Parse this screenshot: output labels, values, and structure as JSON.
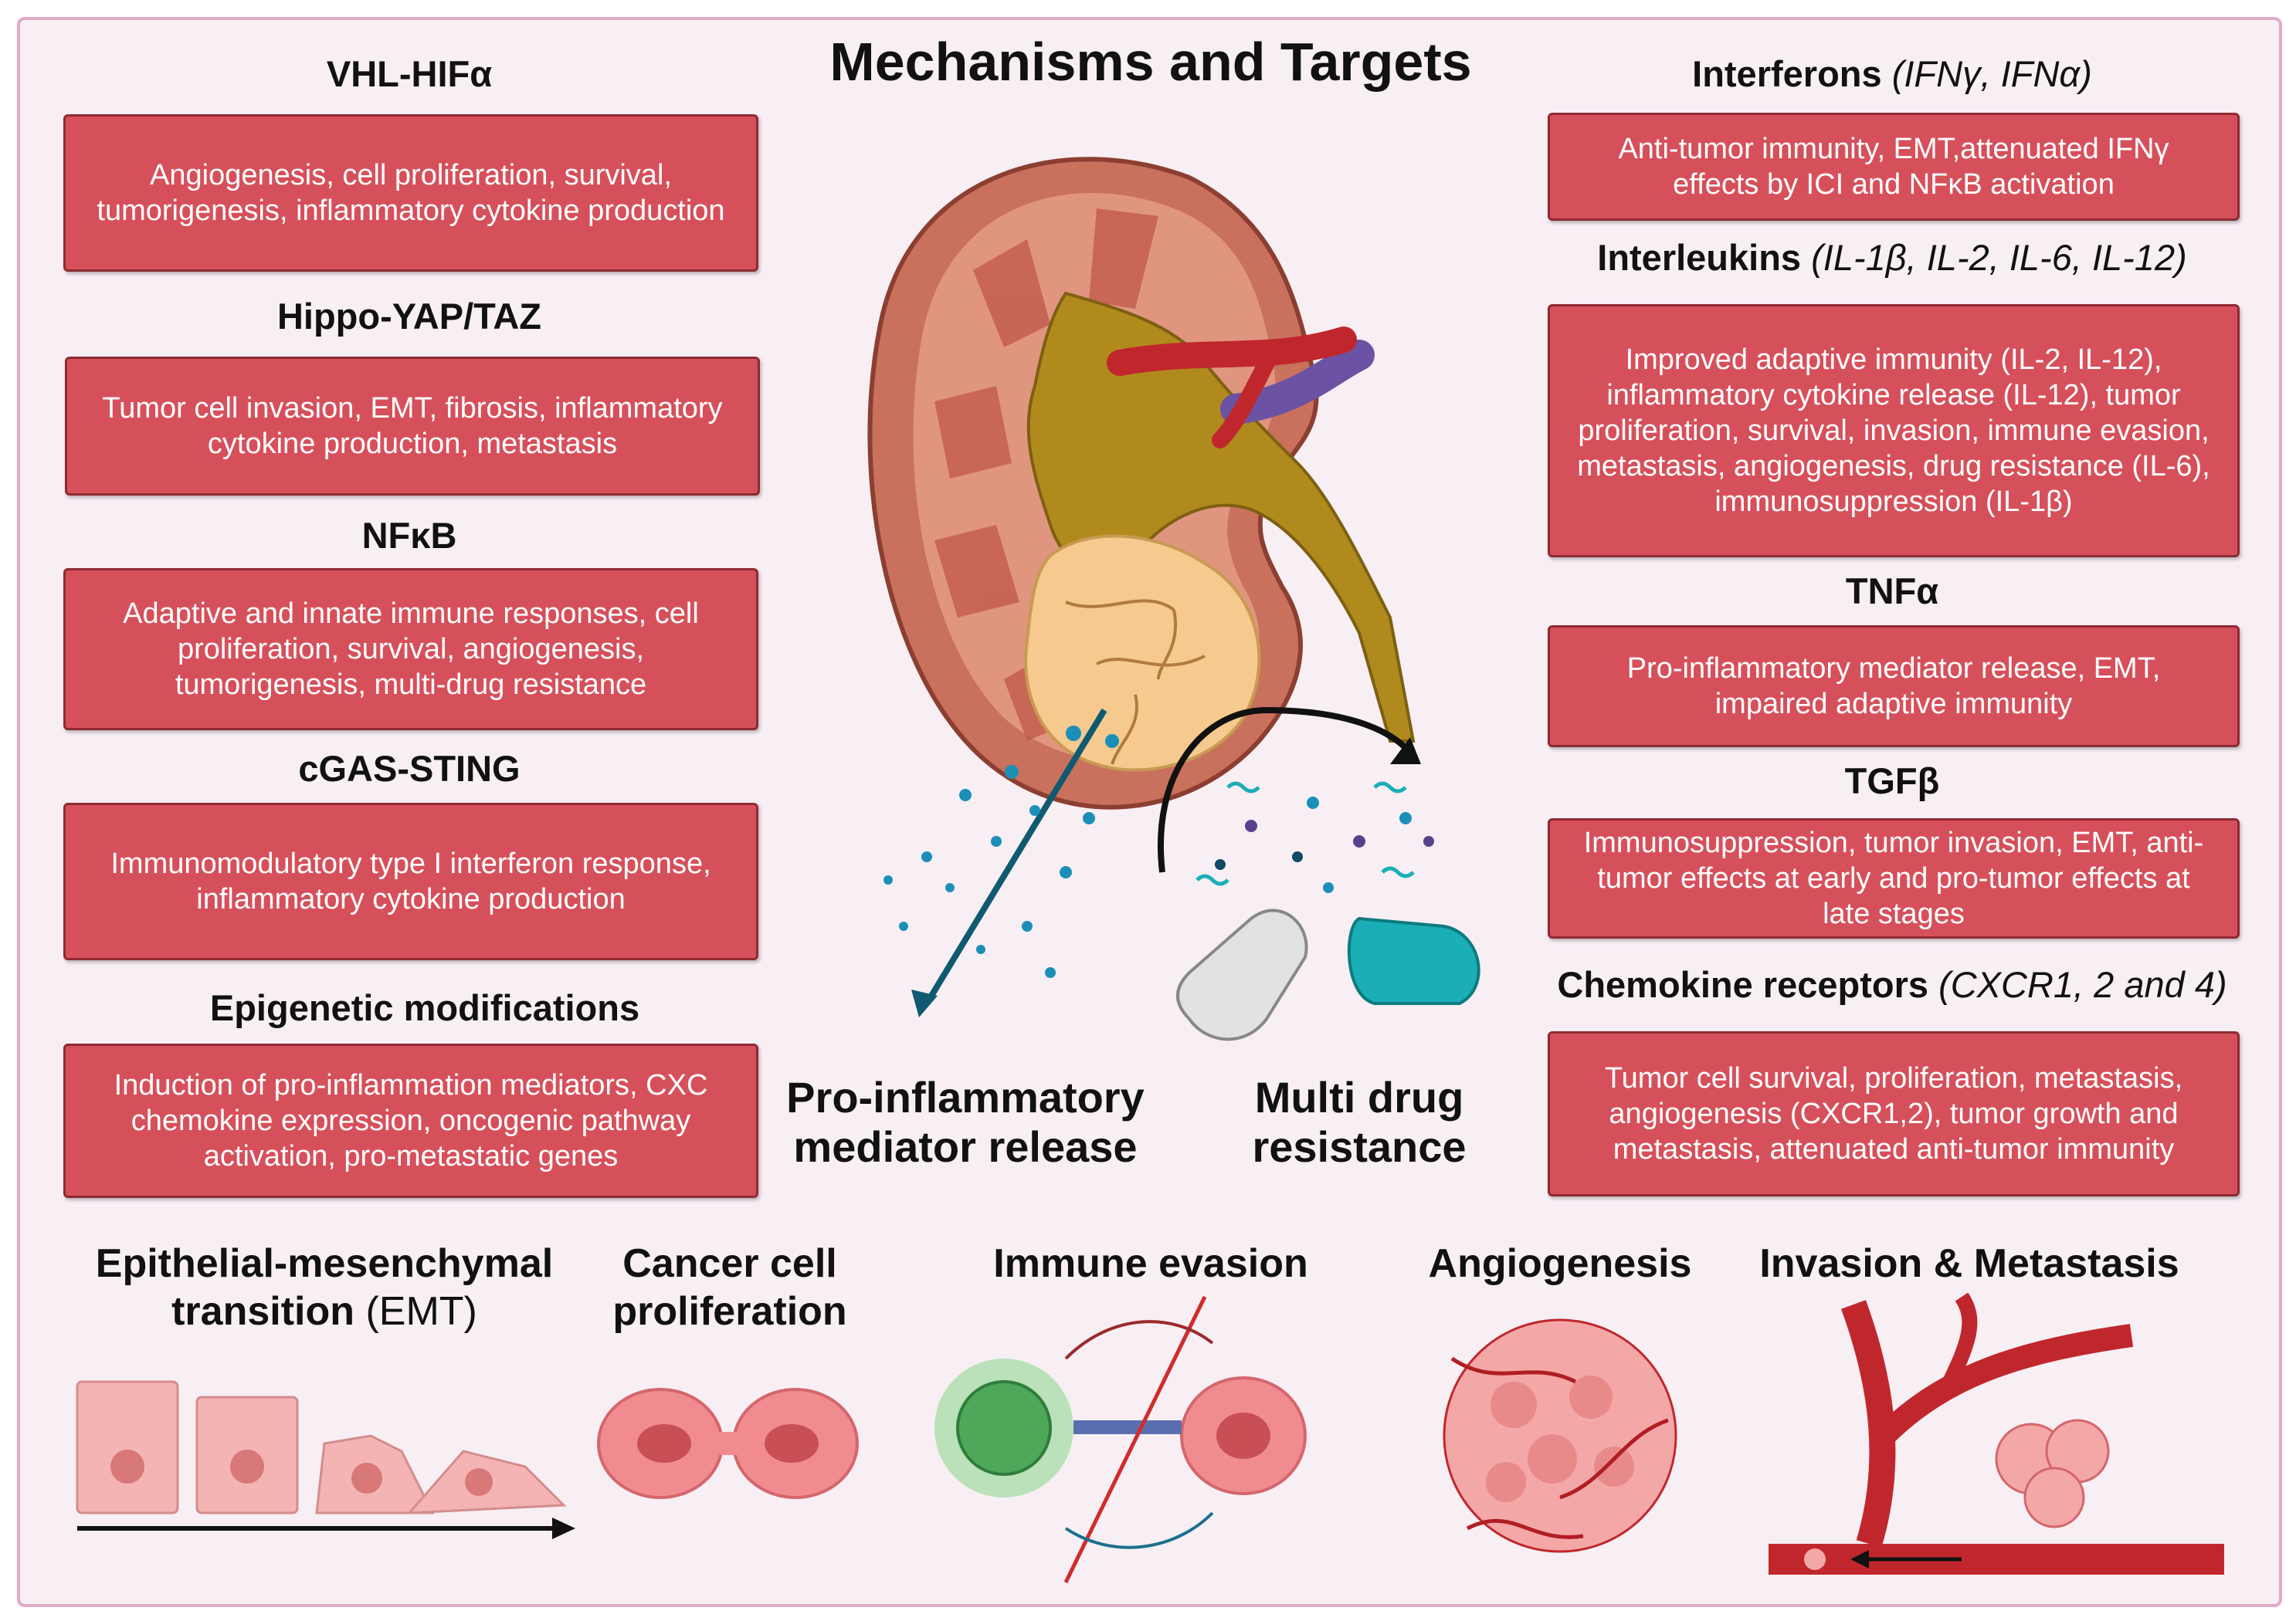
{
  "title": "Mechanisms and Targets",
  "left": [
    {
      "heading": "VHL-HIFα",
      "text": "Angiogenesis, cell proliferation, survival, tumorigenesis, inflammatory cytokine production"
    },
    {
      "heading": "Hippo-YAP/TAZ",
      "text": "Tumor cell invasion, EMT, fibrosis, inflammatory cytokine production, metastasis"
    },
    {
      "heading": "NFκB",
      "text": "Adaptive and innate immune responses, cell proliferation, survival, angiogenesis, tumorigenesis, multi-drug resistance"
    },
    {
      "heading": "cGAS-STING",
      "text": "Immunomodulatory type I interferon response, inflammatory cytokine production"
    },
    {
      "heading": "Epigenetic modifications",
      "text": "Induction of pro-inflammation mediators, CXC chemokine expression, oncogenic pathway activation, pro-metastatic genes"
    }
  ],
  "right": [
    {
      "heading": "Interferons",
      "heading_italic": "(IFNγ, IFNα)",
      "text": "Anti-tumor immunity, EMT,attenuated IFNγ effects by ICI and NFκB activation"
    },
    {
      "heading": "Interleukins",
      "heading_italic": "(IL-1β, IL-2, IL-6, IL-12)",
      "text": "Improved adaptive immunity (IL-2, IL-12), inflammatory cytokine release (IL-12), tumor proliferation, survival, invasion, immune evasion, metastasis, angiogenesis, drug resistance (IL-6), immunosuppression (IL-1β)"
    },
    {
      "heading": "TNFα",
      "heading_italic": "",
      "text": "Pro-inflammatory mediator release, EMT, impaired adaptive immunity"
    },
    {
      "heading": "TGFβ",
      "heading_italic": "",
      "text": "Immunosuppression, tumor invasion, EMT, anti-tumor effects at early and pro-tumor effects at late stages"
    },
    {
      "heading": "Chemokine receptors",
      "heading_italic": "(CXCR1, 2 and 4)",
      "text": "Tumor cell survival, proliferation, metastasis, angiogenesis (CXCR1,2), tumor growth and metastasis, attenuated anti-tumor immunity"
    }
  ],
  "center_labels": {
    "release_line1": "Pro-inflammatory",
    "release_line2": "mediator release",
    "mdr_line1": "Multi drug",
    "mdr_line2": "resistance"
  },
  "bottom": {
    "emt_line1": "Epithelial-mesenchymal",
    "emt_line2": "transition",
    "emt_abbr": "(EMT)",
    "prolif_line1": "Cancer cell",
    "prolif_line2": "proliferation",
    "immune": "Immune evasion",
    "angio": "Angiogenesis",
    "invasion": "Invasion & Metastasis"
  },
  "colors": {
    "box_fill": "#d6505b",
    "box_border": "#8e2a32",
    "background": "#f7eff4",
    "frame": "#e2a9c8",
    "kidney_cortex": "#c9715c",
    "pelvis": "#b08a1c",
    "tumor": "#f6c98f",
    "artery": "#c0272d",
    "vein": "#6b52a3",
    "arrow_release": "#0f5a70",
    "capsule_white": "#e2e2e2",
    "capsule_teal": "#1aaeb6",
    "cell_pink": "#f08c90"
  }
}
